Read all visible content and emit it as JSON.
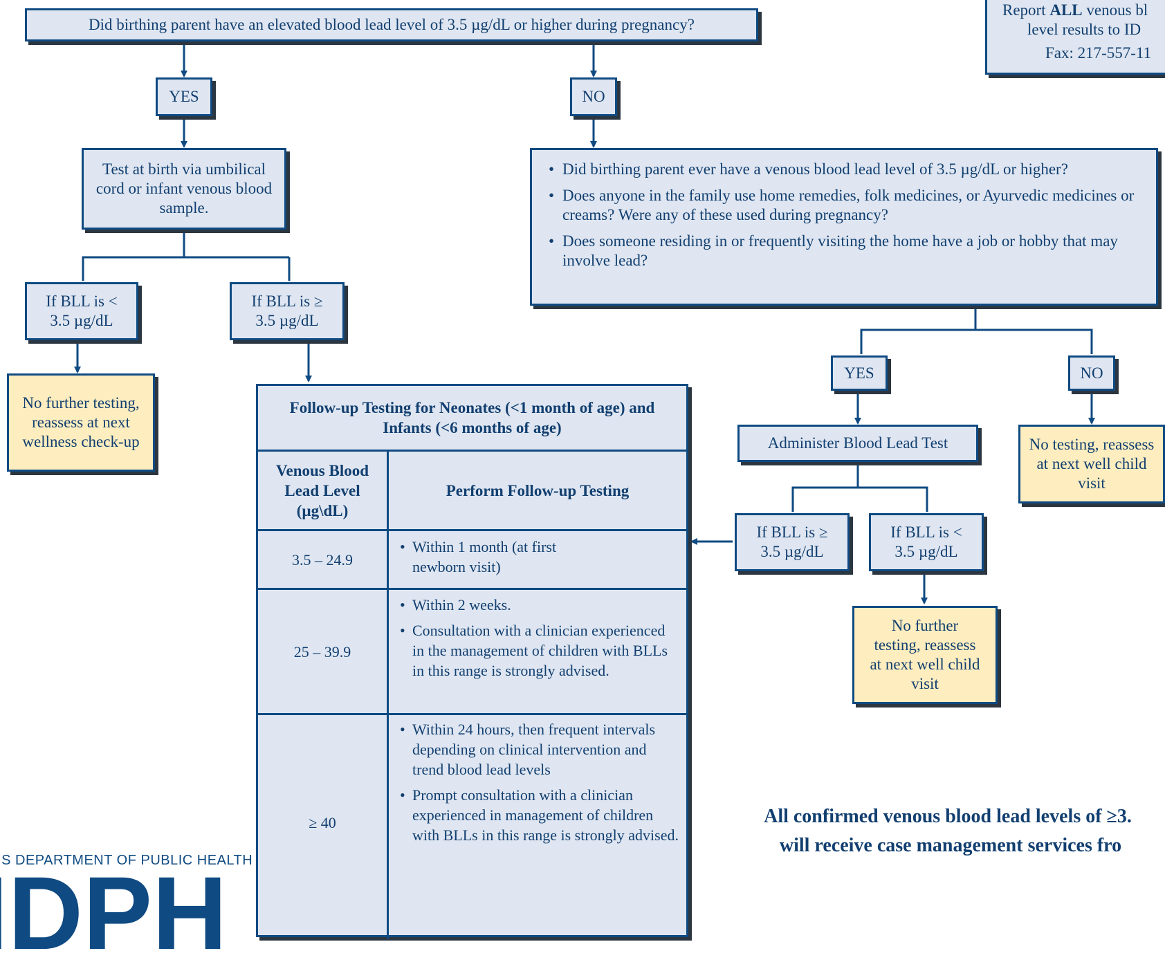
{
  "top_question": "Did birthing parent have an elevated blood lead level of 3.5 µg/dL or higher during pregnancy?",
  "report_box": {
    "line1_pre": "Report ",
    "line1_bold": "ALL",
    "line1_post": " venous bl",
    "line2": "level results to ID",
    "fax": "Fax: 217-557-11"
  },
  "left": {
    "yes_label": "YES",
    "test_at_birth": "Test at birth via umbilical cord or infant venous blood sample.",
    "bll_low": "If BLL is < 3.5 µg/dL",
    "bll_high": "If BLL is ≥ 3.5 µg/dL",
    "no_further": "No further testing, reassess at next wellness check-up"
  },
  "right": {
    "no_label": "NO",
    "questions": [
      "Did birthing parent ever have a venous blood lead level of 3.5 µg/dL or higher?",
      "Does anyone in the family use home remedies, folk medicines, or Ayurvedic medicines or creams? Were any of these used during pregnancy?",
      "Does someone residing in or frequently visiting the home have a job or hobby that  may involve lead?"
    ],
    "yes_label": "YES",
    "no_label2": "NO",
    "administer": "Administer Blood Lead Test",
    "no_testing": "No testing, reassess at next well child visit",
    "bll_high": "If BLL is ≥ 3.5 µg/dL",
    "bll_low": "If BLL is < 3.5 µg/dL",
    "no_further": "No further testing, reassess at next well child visit"
  },
  "table": {
    "title": "Follow-up Testing for Neonates (<1 month of age) and Infants (<6 months of age)",
    "col1_header": "Venous Blood Lead Level (µg\\dL)",
    "col2_header": "Perform Follow-up Testing",
    "rows": [
      {
        "level": "3.5 – 24.9",
        "items": [
          "Within 1 month (at first newborn visit)"
        ]
      },
      {
        "level": "25 – 39.9",
        "items": [
          "Within 2 weeks.",
          "Consultation with a clinician experienced in the management of children with BLLs in this range is strongly advised."
        ]
      },
      {
        "level": "≥ 40",
        "items": [
          "Within 24 hours, then frequent intervals depending on clinical intervention and trend blood lead levels",
          "Prompt consultation with a clinician experienced in management of children with BLLs in this range is strongly advised."
        ]
      }
    ]
  },
  "bottom_note": {
    "line1": "All confirmed venous blood lead levels of ≥3.",
    "line2": "will receive case management services fro"
  },
  "logo": {
    "caption": "OIS DEPARTMENT OF PUBLIC HEALTH",
    "letters": "IDPH"
  }
}
